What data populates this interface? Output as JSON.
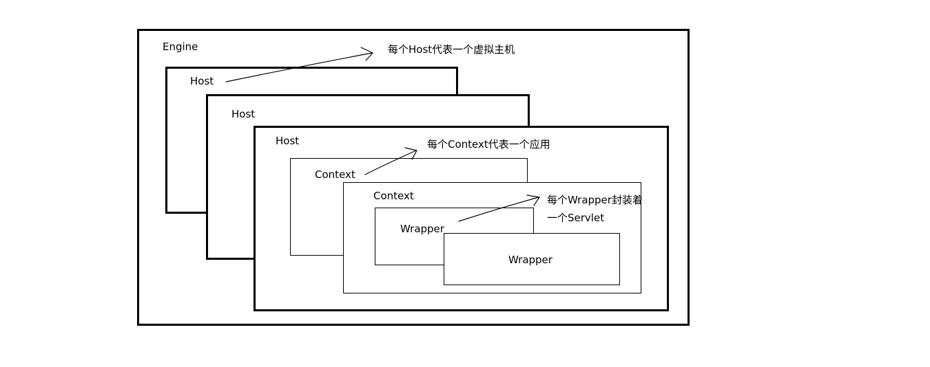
{
  "engine": {
    "label": "Engine"
  },
  "hosts": [
    {
      "label": "Host"
    },
    {
      "label": "Host"
    },
    {
      "label": "Host"
    }
  ],
  "contexts": [
    {
      "label": "Context"
    },
    {
      "label": "Context"
    }
  ],
  "wrappers": [
    {
      "label": "Wrapper"
    },
    {
      "label": "Wrapper"
    }
  ],
  "annotations": {
    "host_note": "每个Host代表一个虚拟主机",
    "context_note": "每个Context代表一个应用",
    "wrapper_note_line1": "每个Wrapper封装着",
    "wrapper_note_line2": "一个Servlet"
  }
}
